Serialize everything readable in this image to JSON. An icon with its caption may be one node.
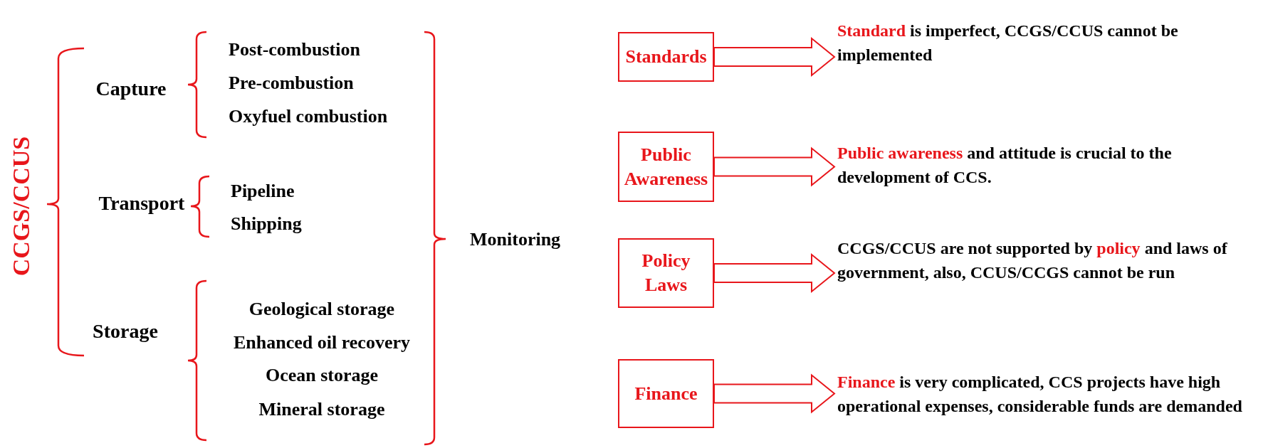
{
  "diagram": {
    "nodes": [
      {
        "text": [
          "Standards"
        ]
      },
      {
        "text": [
          "**Standard** is imperfect, CCGS/CCUS cannot be implemented"
        ]
      },
      {
        "text": [
          "Public Awareness"
        ]
      },
      {
        "text": [
          "**Public awareness** and attitude is crucial to the development of CCS."
        ]
      },
      {
        "text": [
          "Policy Laws"
        ]
      },
      {
        "text": [
          "CCGS/CCUS are not supported by **policy** and laws of government, also, CCUS/CCGS cannot be run"
        ]
      },
      {
        "text": [
          "Finance"
        ]
      },
      {
        "text": [
          "**Finance** is very complicated, CCS projects have high operational expenses, considerable funds are demanded"
        ]
      }
    ],
    "edges": [
      {
        "from": 0,
        "to": 1,
        "arrow": "to"
      },
      {
        "from": 2,
        "to": 3,
        "arrow": "to"
      },
      {
        "from": 4,
        "to": 5,
        "arrow": "to"
      },
      {
        "from": 6,
        "to": 7,
        "arrow": "to"
      }
    ],
    "labels": [
      "CCGS/CCUS",
      "Capture",
      "Post-combustion",
      "Pre-combustion",
      "Oxyfuel combustion",
      "Transport",
      "Pipeline",
      "Shipping",
      "Monitoring",
      "Storage",
      "Geological storage",
      "Enhanced oil recovery",
      "Ocean storage",
      "Mineral storage"
    ]
  }
}
